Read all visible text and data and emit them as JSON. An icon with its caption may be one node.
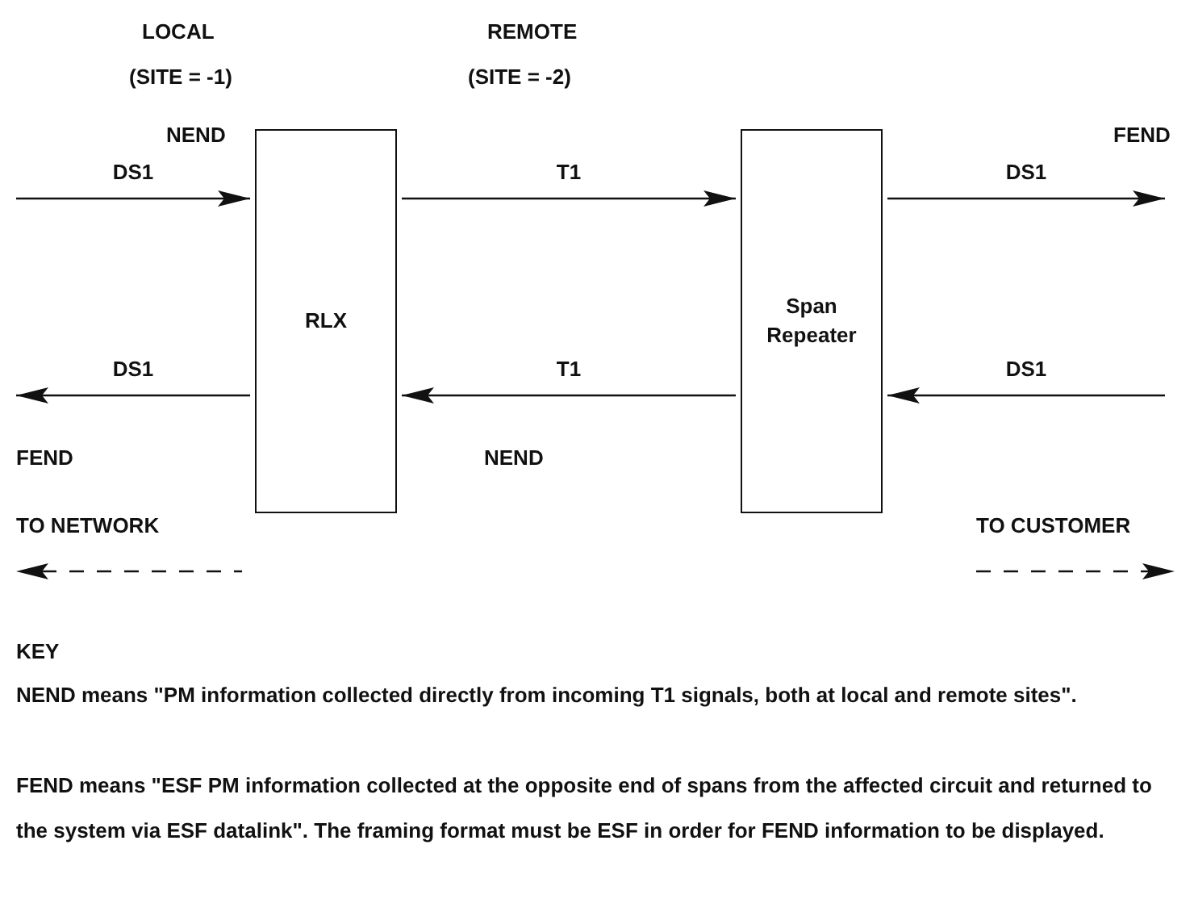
{
  "diagram": {
    "nodes": [
      {
        "text": [
          "RLX"
        ]
      },
      {
        "text": [
          "Span Repeater"
        ]
      }
    ],
    "edges": [
      {
        "from": null,
        "to": 0,
        "arrow": "to",
        "label": "DS1"
      },
      {
        "from": 0,
        "to": 1,
        "arrow": "to",
        "label": "T1"
      },
      {
        "from": 1,
        "to": null,
        "arrow": "to",
        "label": "DS1"
      },
      {
        "from": null,
        "to": 1,
        "arrow": "to",
        "label": "DS1"
      },
      {
        "from": 1,
        "to": 0,
        "arrow": "to",
        "label": "T1"
      },
      {
        "from": 0,
        "to": null,
        "arrow": "to",
        "label": "DS1"
      }
    ],
    "labels": [
      "LOCAL",
      "(SITE = -1)",
      "REMOTE",
      "(SITE = -2)",
      "NEND",
      "FEND",
      "FEND",
      "NEND",
      "TO NETWORK",
      "TO CUSTOMER",
      "KEY",
      "NEND means \"PM information collected directly from incoming T1 signals, both at local and remote sites\".",
      "FEND means \"ESF PM information collected at the opposite end of spans from the affected circuit and returned to the system via ESF datalink\". The framing format must be ESF in order for FEND information to be displayed."
    ]
  }
}
